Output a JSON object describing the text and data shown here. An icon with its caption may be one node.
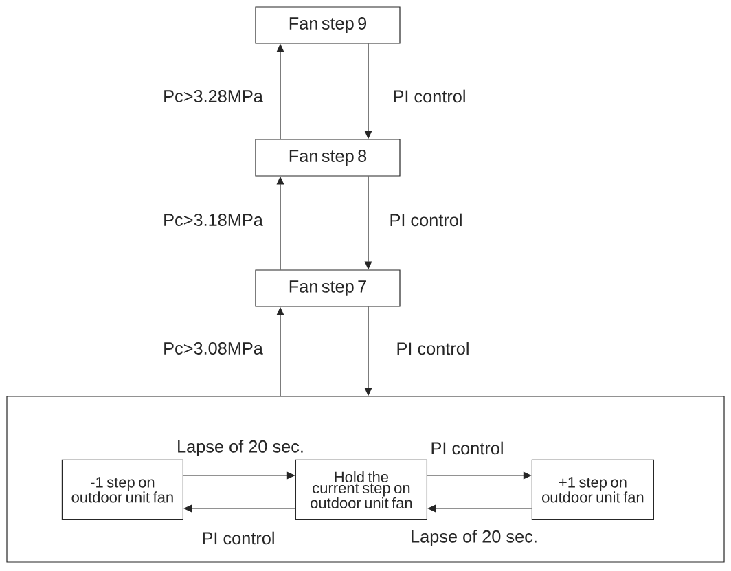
{
  "diagram": {
    "nodes": [
      {
        "text": [
          "Fan step 9"
        ]
      },
      {
        "text": [
          "Fan step 8"
        ]
      },
      {
        "text": [
          "Fan step 7"
        ]
      },
      {
        "text": [],
        "shape": "box"
      },
      {
        "text": [
          "-1 step on outdoor unit fan"
        ],
        "in": 3
      },
      {
        "text": [
          "Hold the current step on outdoor unit fan"
        ],
        "in": 3
      },
      {
        "text": [
          "+1 step on outdoor unit fan"
        ],
        "in": 3
      }
    ],
    "edges": [
      {
        "from": 1,
        "to": 0,
        "arrow": "to",
        "label": "Pc>3.28MPa"
      },
      {
        "from": 0,
        "to": 1,
        "arrow": "to",
        "label": "PI control"
      },
      {
        "from": 2,
        "to": 1,
        "arrow": "to",
        "label": "Pc>3.18MPa"
      },
      {
        "from": 1,
        "to": 2,
        "arrow": "to",
        "label": "PI control"
      },
      {
        "from": 3,
        "to": 2,
        "arrow": "to",
        "label": "Pc>3.08MPa"
      },
      {
        "from": 2,
        "to": 3,
        "arrow": "to",
        "label": "PI control"
      },
      {
        "from": 4,
        "to": 5,
        "arrow": "to",
        "label": "Lapse of 20 sec."
      },
      {
        "from": 5,
        "to": 4,
        "arrow": "to",
        "label": "PI control"
      },
      {
        "from": 5,
        "to": 6,
        "arrow": "to",
        "label": "PI control"
      },
      {
        "from": 6,
        "to": 5,
        "arrow": "to",
        "label": "Lapse of 20 sec."
      }
    ]
  }
}
